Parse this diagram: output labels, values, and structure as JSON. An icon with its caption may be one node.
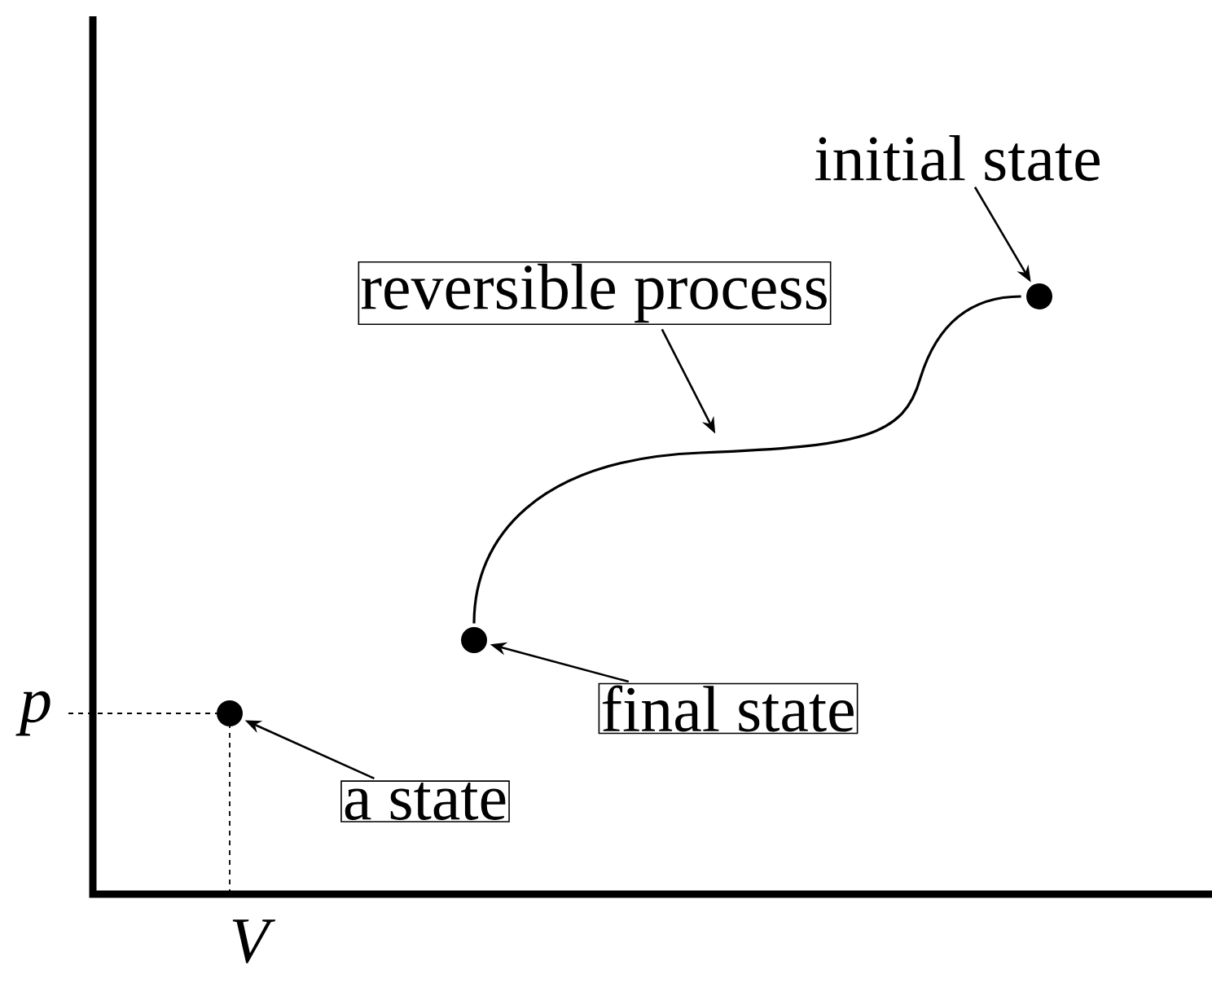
{
  "diagram": {
    "nodes": [
      {
        "text": [
          "initial state"
        ]
      },
      {
        "text": [
          "reversible process"
        ]
      },
      {
        "text": [
          "final state"
        ]
      },
      {
        "text": [
          "a state"
        ]
      },
      {
        "text": [],
        "shape": "circle"
      },
      {
        "text": [],
        "shape": "circle"
      },
      {
        "text": [],
        "shape": "circle"
      }
    ],
    "edges": [
      {
        "from": 0,
        "to": 4,
        "arrow": "to"
      },
      {
        "from": 1,
        "to": null,
        "arrow": "to"
      },
      {
        "from": 2,
        "to": 5,
        "arrow": "to"
      },
      {
        "from": 3,
        "to": 6,
        "arrow": "to"
      },
      {
        "from": 4,
        "to": 5,
        "arrow": "none"
      }
    ],
    "labels": [
      "p",
      "V"
    ]
  }
}
